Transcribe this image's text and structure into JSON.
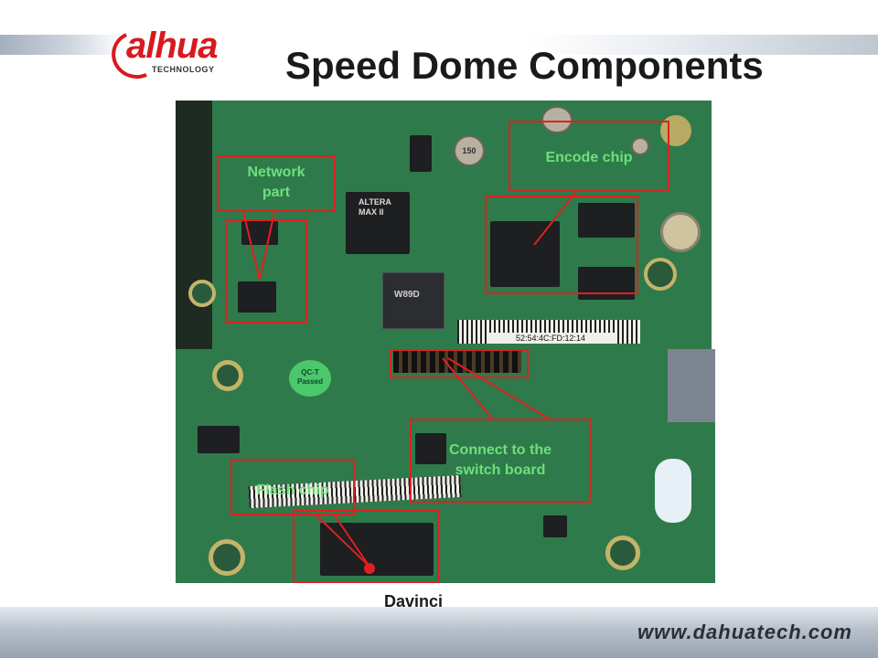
{
  "header": {
    "logo_text": "alhua",
    "logo_subtext": "TECHNOLOGY",
    "title": "Speed Dome Components"
  },
  "callouts": {
    "network_line1": "Network",
    "network_line2": "part",
    "encode": "Encode chip",
    "connect_line1": "Connect to the",
    "connect_line2": "switch board",
    "flash": "Flash chip"
  },
  "board_labels": {
    "altera_line1": "ALTERA",
    "altera_line2": "MAX II",
    "qc_sticker_line1": "QC-T",
    "qc_sticker_line2": "Passed",
    "mac_label": "52:54:4C:FD:12:14",
    "w89d": "W89D",
    "cap_label": "150"
  },
  "caption": "Davinci",
  "footer": {
    "website": "www.dahuatech.com"
  },
  "colors": {
    "brand_red": "#d8191f",
    "callout_green": "#6ee07a",
    "highlight_red": "#e02020",
    "pcb_green": "#2f7a4b"
  }
}
